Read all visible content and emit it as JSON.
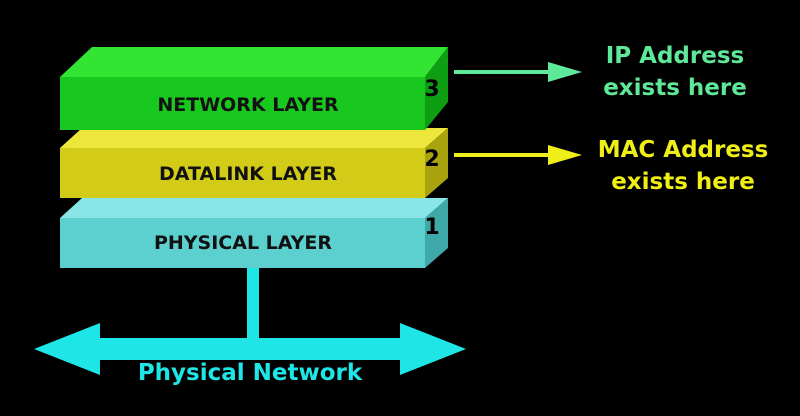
{
  "colors": {
    "background": "#000000",
    "network_front": "#19c81e",
    "network_top": "#33e533",
    "network_side": "#0e9e13",
    "datalink_front": "#d2cc18",
    "datalink_top": "#ece73a",
    "datalink_side": "#a8a30f",
    "physical_front": "#5ccfcf",
    "physical_top": "#8ae6e6",
    "physical_side": "#3fa9a9",
    "ip_note": "#5ee89a",
    "mac_note": "#f0ee17",
    "cyan": "#1ee6e6"
  },
  "layers": [
    {
      "number": "3",
      "label": "NETWORK LAYER"
    },
    {
      "number": "2",
      "label": "DATALINK LAYER"
    },
    {
      "number": "1",
      "label": "PHYSICAL LAYER"
    }
  ],
  "annotations": {
    "ip": {
      "line1": "IP Address",
      "line2": "exists here"
    },
    "mac": {
      "line1": "MAC Address",
      "line2": "exists here"
    }
  },
  "network": {
    "label": "Physical Network"
  },
  "icons": {
    "ip_arrow": "arrow-right-icon",
    "mac_arrow": "arrow-right-icon",
    "network_arrow": "double-arrow-icon"
  }
}
